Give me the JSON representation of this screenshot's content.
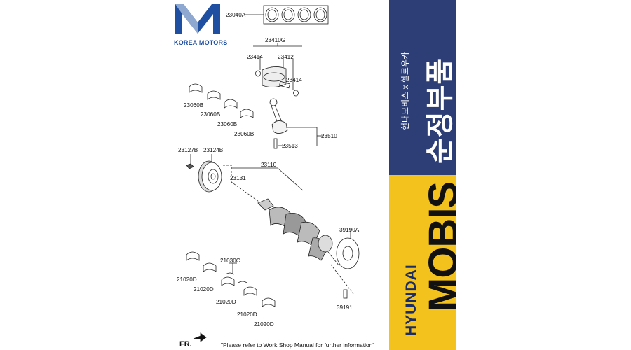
{
  "brand": {
    "name": "KOREA MOTORS"
  },
  "diagram": {
    "labels": {
      "p23040A": "23040A",
      "p23410G": "23410G",
      "p23414a": "23414",
      "p23412": "23412",
      "p23414b": "23414",
      "p23060B_1": "23060B",
      "p23060B_2": "23060B",
      "p23060B_3": "23060B",
      "p23060B_4": "23060B",
      "p23510": "23510",
      "p23513": "23513",
      "p23127B": "23127B",
      "p23124B": "23124B",
      "p23110": "23110",
      "p23131": "23131",
      "p39190A": "39190A",
      "p21030C": "21030C",
      "p21020D_1": "21020D",
      "p21020D_2": "21020D",
      "p21020D_3": "21020D",
      "p21020D_4": "21020D",
      "p21020D_5": "21020D",
      "p39191": "39191"
    },
    "front_label": "FR.",
    "footer_note": "\"Please refer to Work Shop Manual for further information\""
  },
  "banner": {
    "korean_small": "현대모비스 x 헬로우카",
    "korean_big": "순정부품",
    "hyundai": "HYUNDAI",
    "mobis": "MOBIS",
    "colors": {
      "top": "#2d3e76",
      "bottom": "#f4c21d"
    }
  }
}
